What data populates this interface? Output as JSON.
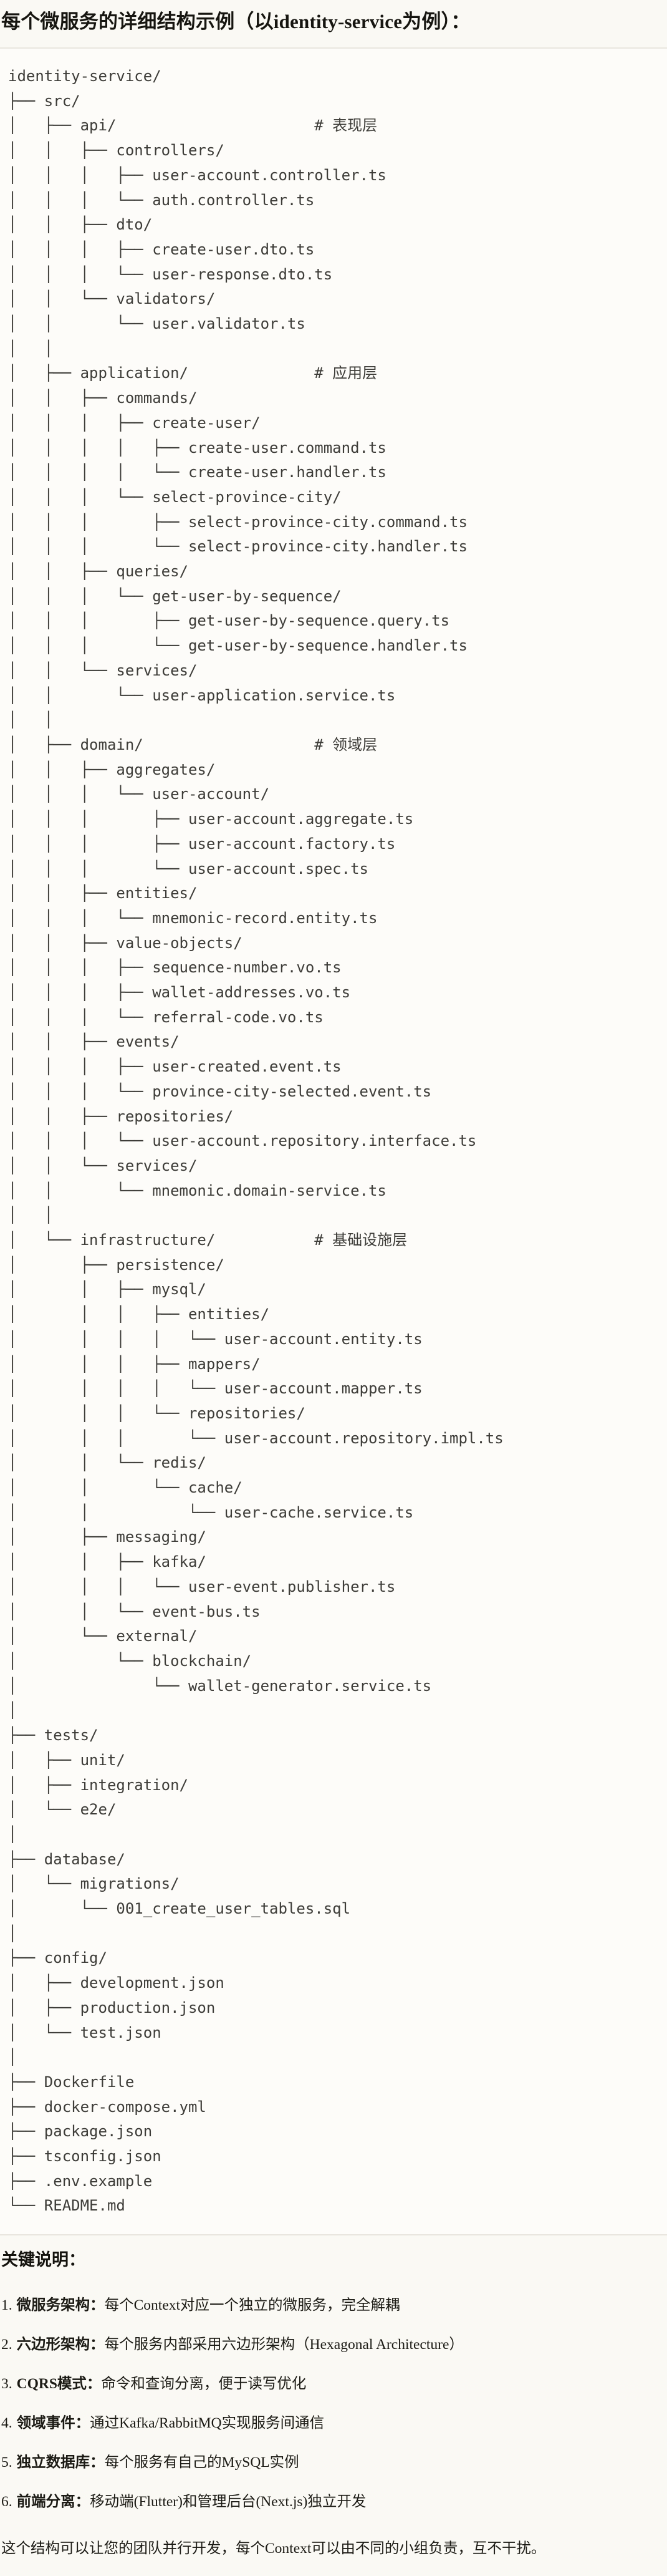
{
  "page": {
    "title": "每个微服务的详细结构示例（以identity-service为例）："
  },
  "tree": {
    "lines": [
      "identity-service/",
      "├── src/",
      "│   ├── api/                      # 表现层",
      "│   │   ├── controllers/",
      "│   │   │   ├── user-account.controller.ts",
      "│   │   │   └── auth.controller.ts",
      "│   │   ├── dto/",
      "│   │   │   ├── create-user.dto.ts",
      "│   │   │   └── user-response.dto.ts",
      "│   │   └── validators/",
      "│   │       └── user.validator.ts",
      "│   │",
      "│   ├── application/              # 应用层",
      "│   │   ├── commands/",
      "│   │   │   ├── create-user/",
      "│   │   │   │   ├── create-user.command.ts",
      "│   │   │   │   └── create-user.handler.ts",
      "│   │   │   └── select-province-city/",
      "│   │   │       ├── select-province-city.command.ts",
      "│   │   │       └── select-province-city.handler.ts",
      "│   │   ├── queries/",
      "│   │   │   └── get-user-by-sequence/",
      "│   │   │       ├── get-user-by-sequence.query.ts",
      "│   │   │       └── get-user-by-sequence.handler.ts",
      "│   │   └── services/",
      "│   │       └── user-application.service.ts",
      "│   │",
      "│   ├── domain/                   # 领域层",
      "│   │   ├── aggregates/",
      "│   │   │   └── user-account/",
      "│   │   │       ├── user-account.aggregate.ts",
      "│   │   │       ├── user-account.factory.ts",
      "│   │   │       └── user-account.spec.ts",
      "│   │   ├── entities/",
      "│   │   │   └── mnemonic-record.entity.ts",
      "│   │   ├── value-objects/",
      "│   │   │   ├── sequence-number.vo.ts",
      "│   │   │   ├── wallet-addresses.vo.ts",
      "│   │   │   └── referral-code.vo.ts",
      "│   │   ├── events/",
      "│   │   │   ├── user-created.event.ts",
      "│   │   │   └── province-city-selected.event.ts",
      "│   │   ├── repositories/",
      "│   │   │   └── user-account.repository.interface.ts",
      "│   │   └── services/",
      "│   │       └── mnemonic.domain-service.ts",
      "│   │",
      "│   └── infrastructure/           # 基础设施层",
      "│       ├── persistence/",
      "│       │   ├── mysql/",
      "│       │   │   ├── entities/",
      "│       │   │   │   └── user-account.entity.ts",
      "│       │   │   ├── mappers/",
      "│       │   │   │   └── user-account.mapper.ts",
      "│       │   │   └── repositories/",
      "│       │   │       └── user-account.repository.impl.ts",
      "│       │   └── redis/",
      "│       │       └── cache/",
      "│       │           └── user-cache.service.ts",
      "│       ├── messaging/",
      "│       │   ├── kafka/",
      "│       │   │   └── user-event.publisher.ts",
      "│       │   └── event-bus.ts",
      "│       └── external/",
      "│           └── blockchain/",
      "│               └── wallet-generator.service.ts",
      "│",
      "├── tests/",
      "│   ├── unit/",
      "│   ├── integration/",
      "│   └── e2e/",
      "│",
      "├── database/",
      "│   └── migrations/",
      "│       └── 001_create_user_tables.sql",
      "│",
      "├── config/",
      "│   ├── development.json",
      "│   ├── production.json",
      "│   └── test.json",
      "│",
      "├── Dockerfile",
      "├── docker-compose.yml",
      "├── package.json",
      "├── tsconfig.json",
      "├── .env.example",
      "└── README.md"
    ]
  },
  "notes": {
    "heading": "关键说明：",
    "items": [
      {
        "num": "1.",
        "label": "微服务架构：",
        "text": "每个Context对应一个独立的微服务，完全解耦"
      },
      {
        "num": "2.",
        "label": "六边形架构：",
        "text": "每个服务内部采用六边形架构（Hexagonal Architecture）"
      },
      {
        "num": "3.",
        "label": "CQRS模式：",
        "text": "命令和查询分离，便于读写优化"
      },
      {
        "num": "4.",
        "label": "领域事件：",
        "text": "通过Kafka/RabbitMQ实现服务间通信"
      },
      {
        "num": "5.",
        "label": "独立数据库：",
        "text": "每个服务有自己的MySQL实例"
      },
      {
        "num": "6.",
        "label": "前端分离：",
        "text": "移动端(Flutter)和管理后台(Next.js)独立开发"
      }
    ],
    "closing": "这个结构可以让您的团队并行开发，每个Context可以由不同的小组负责，互不干扰。"
  },
  "colors": {
    "page_bg": "#faf9f4",
    "panel_bg": "#fdfcf9",
    "panel_border": "#e9e6df",
    "tree_text": "#3d3c38",
    "body_text": "#1b1a14"
  }
}
